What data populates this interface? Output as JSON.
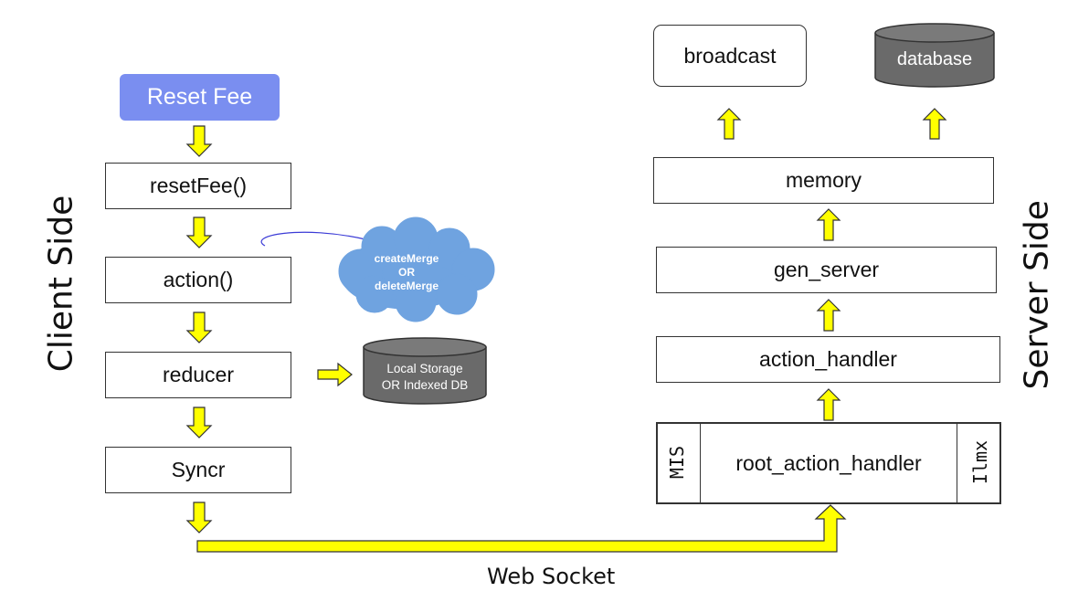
{
  "client": {
    "side_label": "Client Side",
    "button": "Reset Fee",
    "steps": [
      "resetFee()",
      "action()",
      "reducer",
      "Syncr"
    ],
    "cloud_lines": [
      "createMerge",
      "OR",
      "deleteMerge"
    ],
    "storage_lines": [
      "Local Storage",
      "OR Indexed DB"
    ]
  },
  "server": {
    "side_label": "Server Side",
    "broadcast": "broadcast",
    "database": "database",
    "steps": [
      "memory",
      "gen_server",
      "action_handler"
    ],
    "root": {
      "left_tag": "MIS",
      "label": "root_action_handler",
      "right_tag": "Ilmx"
    }
  },
  "connection_label": "Web Socket",
  "colors": {
    "arrow_fill": "#ffff00",
    "button": "#7a8ef0",
    "cloud": "#6fa3e0",
    "cylinder": "#6a6a6a",
    "curve_line": "#3b3bd6"
  }
}
